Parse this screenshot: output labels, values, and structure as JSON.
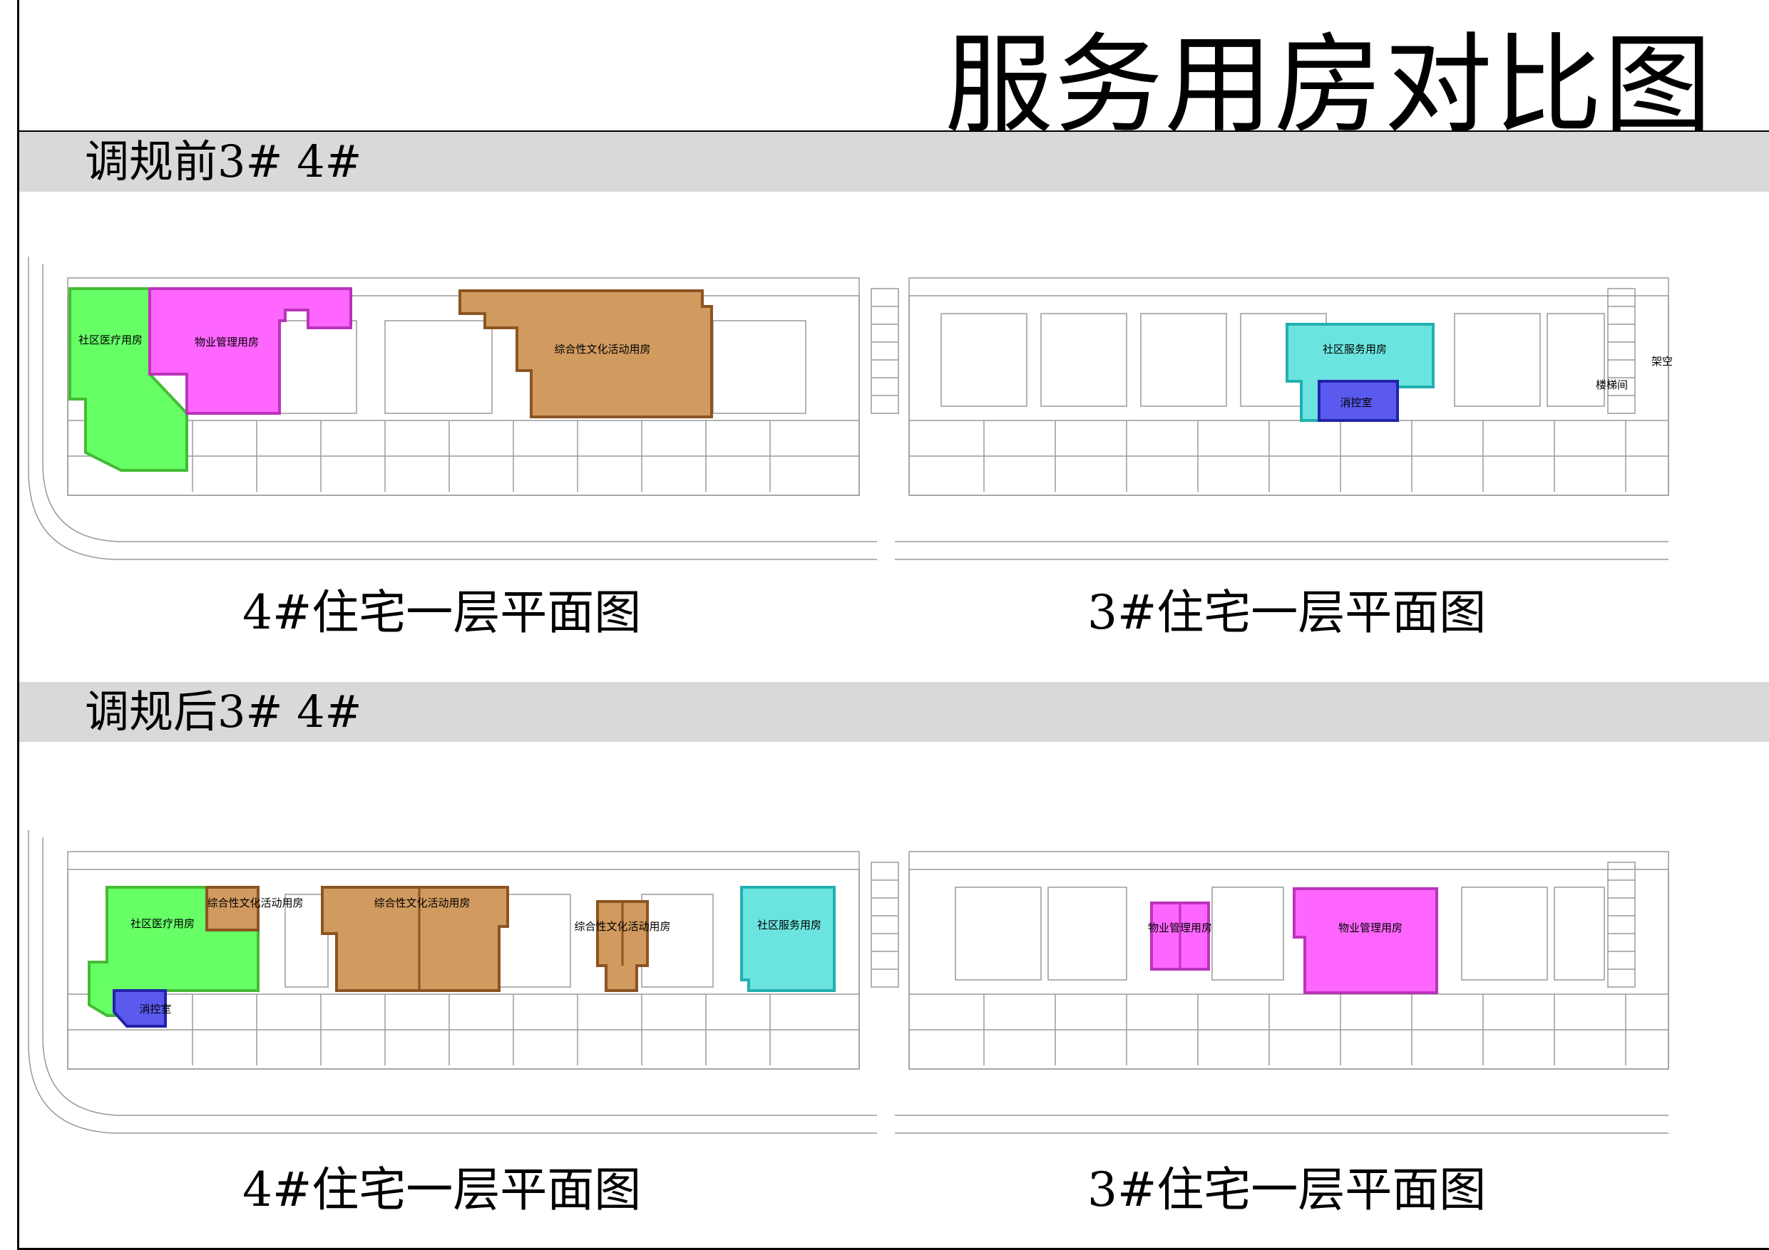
{
  "title": "服务用房对比图",
  "sections": [
    {
      "label": "调规前3# 4#",
      "captions": {
        "building4": "4#住宅一层平面图",
        "building3": "3#住宅一层平面图"
      },
      "rooms": [
        {
          "label": "社区医疗用房",
          "color": "#66ff66",
          "stroke": "#44bb33"
        },
        {
          "label": "物业管理用房",
          "color": "#ff66ff",
          "stroke": "#bb33bb"
        },
        {
          "label": "综合性文化活动用房",
          "color": "#d19a5f",
          "stroke": "#8a5522"
        },
        {
          "label": "社区服务用房",
          "color": "#6be4e0",
          "stroke": "#22b0b0"
        },
        {
          "label": "消控室",
          "color": "#5a5aee",
          "stroke": "#2222aa"
        }
      ],
      "side_labels": [
        "楼梯间",
        "架空"
      ]
    },
    {
      "label": "调规后3# 4#",
      "captions": {
        "building4": "4#住宅一层平面图",
        "building3": "3#住宅一层平面图"
      },
      "rooms": [
        {
          "label": "社区医疗用房",
          "color": "#66ff66",
          "stroke": "#44bb33"
        },
        {
          "label": "综合性文化活动用房",
          "color": "#d19a5f",
          "stroke": "#8a5522"
        },
        {
          "label": "消控室",
          "color": "#5a5aee",
          "stroke": "#2222aa"
        },
        {
          "label": "综合性文化活动用房",
          "color": "#d19a5f",
          "stroke": "#8a5522"
        },
        {
          "label": "综合性文化活动用房",
          "color": "#d19a5f",
          "stroke": "#8a5522"
        },
        {
          "label": "社区服务用房",
          "color": "#6be4e0",
          "stroke": "#22b0b0"
        },
        {
          "label": "物业管理用房",
          "color": "#ff66ff",
          "stroke": "#bb33bb"
        },
        {
          "label": "物业管理用房",
          "color": "#ff66ff",
          "stroke": "#bb33bb"
        }
      ],
      "side_labels": []
    }
  ]
}
